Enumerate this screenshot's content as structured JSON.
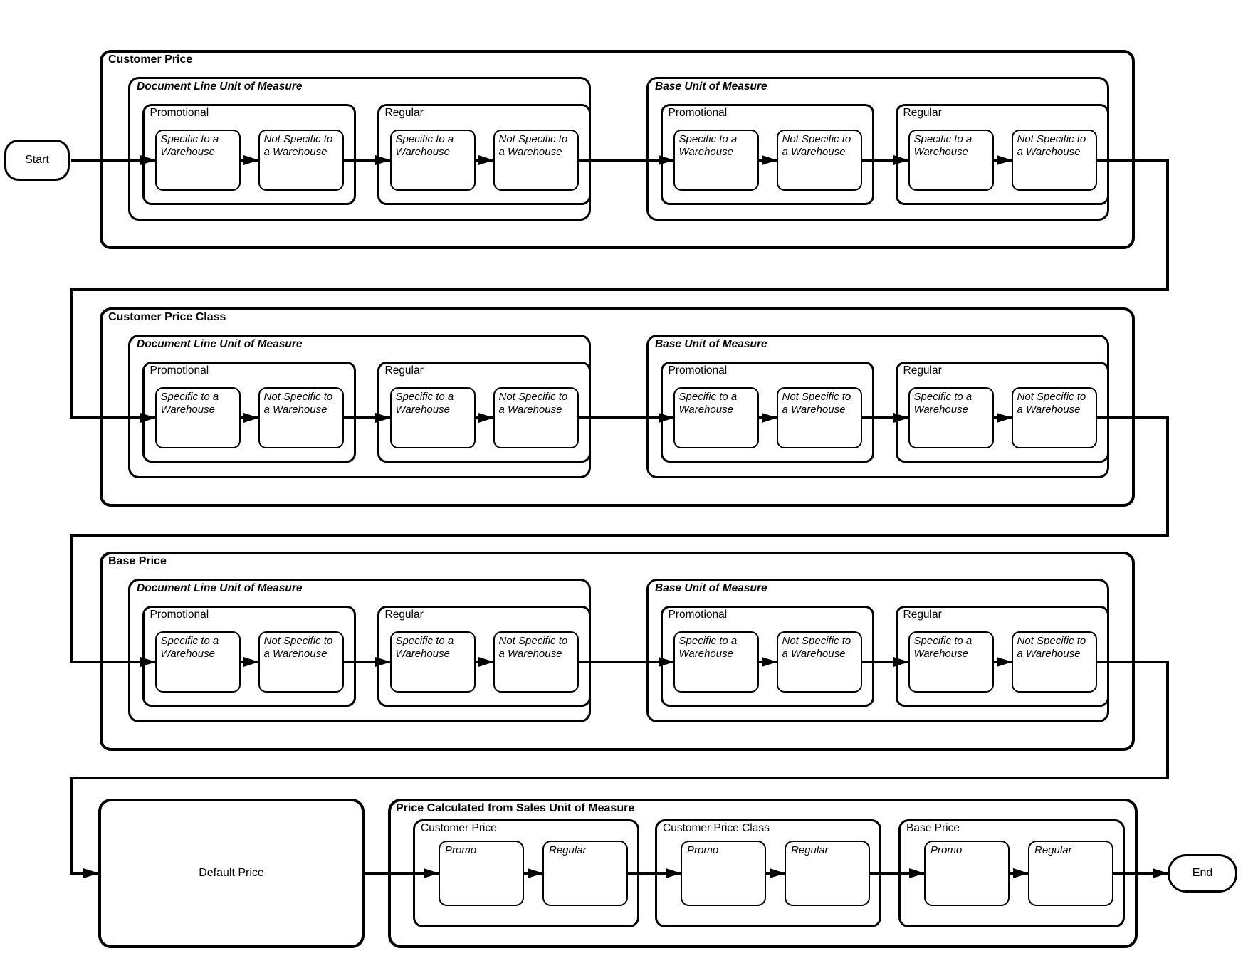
{
  "diagram": {
    "start_label": "Start",
    "end_label": "End",
    "rows": [
      {
        "title": "Customer Price",
        "uoms": [
          {
            "title": "Document Line Unit of Measure",
            "groups": [
              {
                "title": "Promotional",
                "boxes": [
                  "Specific to a Warehouse",
                  "Not Specific to a Warehouse"
                ]
              },
              {
                "title": "Regular",
                "boxes": [
                  "Specific to a Warehouse",
                  "Not Specific to a Warehouse"
                ]
              }
            ]
          },
          {
            "title": "Base Unit of Measure",
            "groups": [
              {
                "title": "Promotional",
                "boxes": [
                  "Specific to a Warehouse",
                  "Not Specific to a Warehouse"
                ]
              },
              {
                "title": "Regular",
                "boxes": [
                  "Specific to a Warehouse",
                  "Not Specific to a Warehouse"
                ]
              }
            ]
          }
        ]
      },
      {
        "title": "Customer Price Class",
        "uoms": [
          {
            "title": "Document Line Unit of Measure",
            "groups": [
              {
                "title": "Promotional",
                "boxes": [
                  "Specific to a Warehouse",
                  "Not Specific to a Warehouse"
                ]
              },
              {
                "title": "Regular",
                "boxes": [
                  "Specific to a Warehouse",
                  "Not Specific to a Warehouse"
                ]
              }
            ]
          },
          {
            "title": "Base Unit of Measure",
            "groups": [
              {
                "title": "Promotional",
                "boxes": [
                  "Specific to a Warehouse",
                  "Not Specific to a Warehouse"
                ]
              },
              {
                "title": "Regular",
                "boxes": [
                  "Specific to a Warehouse",
                  "Not Specific to a Warehouse"
                ]
              }
            ]
          }
        ]
      },
      {
        "title": "Base Price",
        "uoms": [
          {
            "title": "Document Line Unit of Measure",
            "groups": [
              {
                "title": "Promotional",
                "boxes": [
                  "Specific to a Warehouse",
                  "Not Specific to a Warehouse"
                ]
              },
              {
                "title": "Regular",
                "boxes": [
                  "Specific to a Warehouse",
                  "Not Specific to a Warehouse"
                ]
              }
            ]
          },
          {
            "title": "Base Unit of Measure",
            "groups": [
              {
                "title": "Promotional",
                "boxes": [
                  "Specific to a Warehouse",
                  "Not Specific to a Warehouse"
                ]
              },
              {
                "title": "Regular",
                "boxes": [
                  "Specific to a Warehouse",
                  "Not Specific to a Warehouse"
                ]
              }
            ]
          }
        ]
      }
    ],
    "bottom": {
      "default_price_label": "Default Price",
      "container_title": "Price Calculated from Sales Unit of Measure",
      "groups": [
        {
          "title": "Customer Price",
          "boxes": [
            "Promo",
            "Regular"
          ]
        },
        {
          "title": "Customer Price Class",
          "boxes": [
            "Promo",
            "Regular"
          ]
        },
        {
          "title": "Base Price",
          "boxes": [
            "Promo",
            "Regular"
          ]
        }
      ]
    },
    "colors": {
      "line": "#000000",
      "background": "#ffffff"
    }
  }
}
